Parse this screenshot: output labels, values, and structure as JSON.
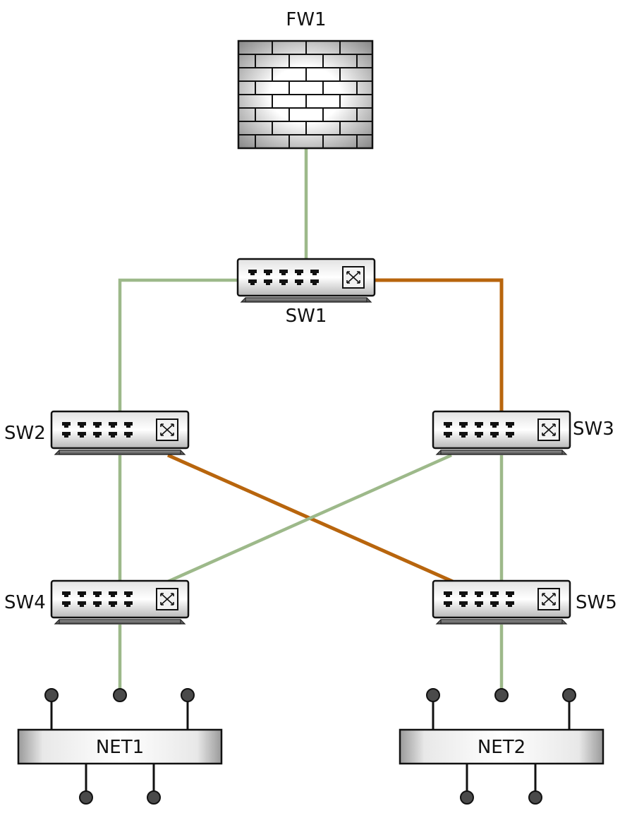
{
  "nodes": {
    "fw1": {
      "label": "FW1",
      "type": "firewall"
    },
    "sw1": {
      "label": "SW1",
      "type": "switch"
    },
    "sw2": {
      "label": "SW2",
      "type": "switch"
    },
    "sw3": {
      "label": "SW3",
      "type": "switch"
    },
    "sw4": {
      "label": "SW4",
      "type": "switch"
    },
    "sw5": {
      "label": "SW5",
      "type": "switch"
    },
    "net1": {
      "label": "NET1",
      "type": "network-segment"
    },
    "net2": {
      "label": "NET2",
      "type": "network-segment"
    }
  },
  "links": [
    {
      "from": "FW1",
      "to": "SW1",
      "status": "active"
    },
    {
      "from": "SW1",
      "to": "SW2",
      "status": "active"
    },
    {
      "from": "SW1",
      "to": "SW3",
      "status": "alternate"
    },
    {
      "from": "SW2",
      "to": "SW4",
      "status": "active"
    },
    {
      "from": "SW2",
      "to": "SW5",
      "status": "alternate"
    },
    {
      "from": "SW3",
      "to": "SW4",
      "status": "active"
    },
    {
      "from": "SW3",
      "to": "SW5",
      "status": "active"
    },
    {
      "from": "SW4",
      "to": "NET1",
      "status": "active"
    },
    {
      "from": "SW5",
      "to": "NET2",
      "status": "active"
    }
  ],
  "colors": {
    "active": "#9db98a",
    "alternate": "#b8650d"
  },
  "icons": {
    "firewall": "brick-wall-icon",
    "switch": "switch-icon",
    "network": "network-bus-icon"
  }
}
